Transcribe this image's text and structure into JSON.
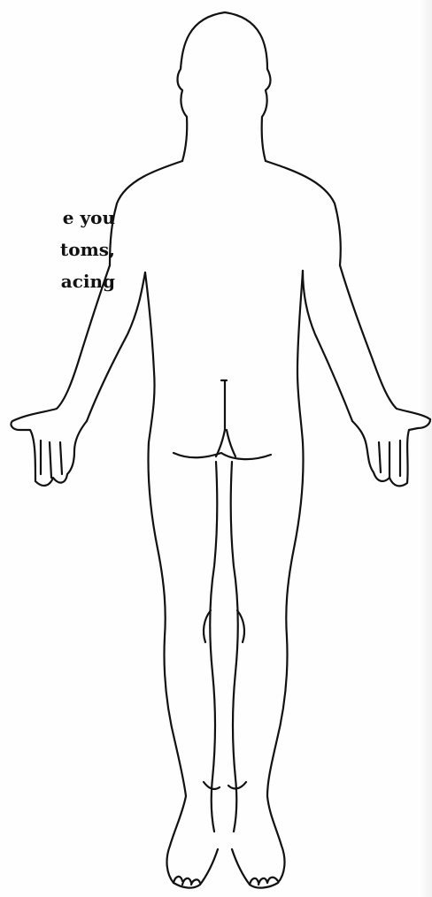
{
  "instruction_fragment": {
    "line1": "e you",
    "line2": "toms,",
    "line3": "acing"
  }
}
